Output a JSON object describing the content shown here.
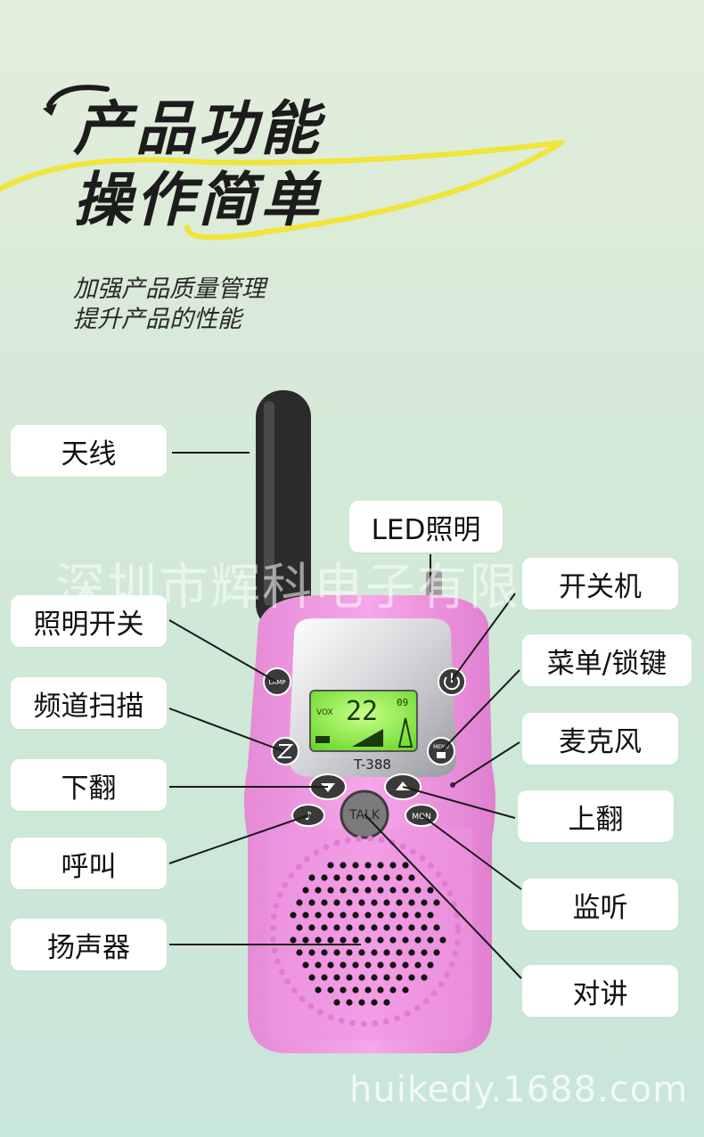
{
  "header": {
    "title_line1": "产品功能",
    "title_line2": "操作简单",
    "subtitle_line1": "加强产品质量管理",
    "subtitle_line2": "提升产品的性能"
  },
  "labels": {
    "antenna": "天线",
    "led_light": "LED照明",
    "power": "开关机",
    "light_switch": "照明开关",
    "menu_lock": "菜单/锁键",
    "scan": "频道扫描",
    "microphone": "麦克风",
    "down": "下翻",
    "up": "上翻",
    "call": "呼叫",
    "monitor": "监听",
    "speaker": "扬声器",
    "talk": "对讲"
  },
  "device": {
    "model": "T-388",
    "lcd_channel": "22",
    "lcd_small": "09",
    "lcd_vox": "VOX",
    "btn_lamp": "LAMP",
    "btn_menu": "MENU",
    "btn_talk": "TALK",
    "btn_mon": "MON",
    "body_color": "#f29be3",
    "lcd_color": "#7dea3a"
  },
  "watermark": "深圳市辉科电子有限公司",
  "footer": "huikedy.1688.com"
}
